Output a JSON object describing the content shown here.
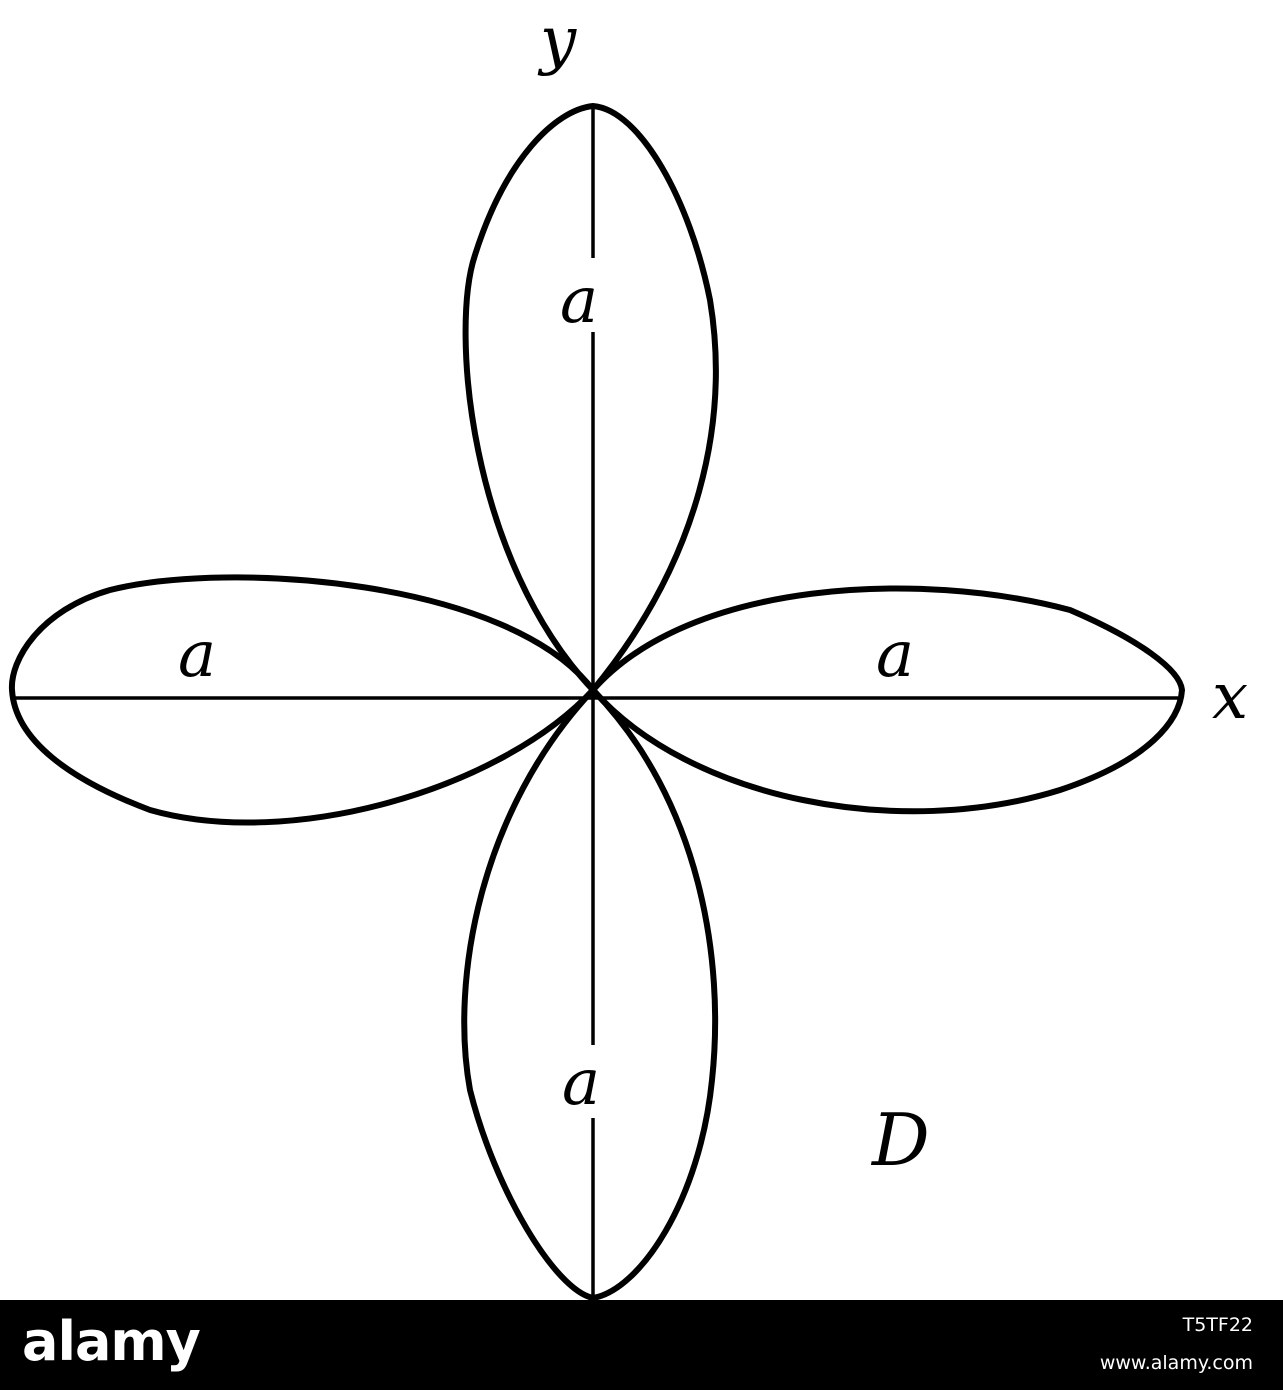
{
  "diagram": {
    "figure_label": "D",
    "axis_labels": {
      "x": "x",
      "y": "y"
    },
    "petal_labels": {
      "top": "a",
      "left": "a",
      "right": "a",
      "bottom": "a"
    },
    "petal_count": 4,
    "colors": {
      "stroke": "#000000",
      "background": "#ffffff"
    }
  },
  "watermark": {
    "brand": "alamy",
    "image_id": "T5TF22",
    "url": "www.alamy.com",
    "bar_color": "#000000",
    "text_color": "#ffffff"
  }
}
